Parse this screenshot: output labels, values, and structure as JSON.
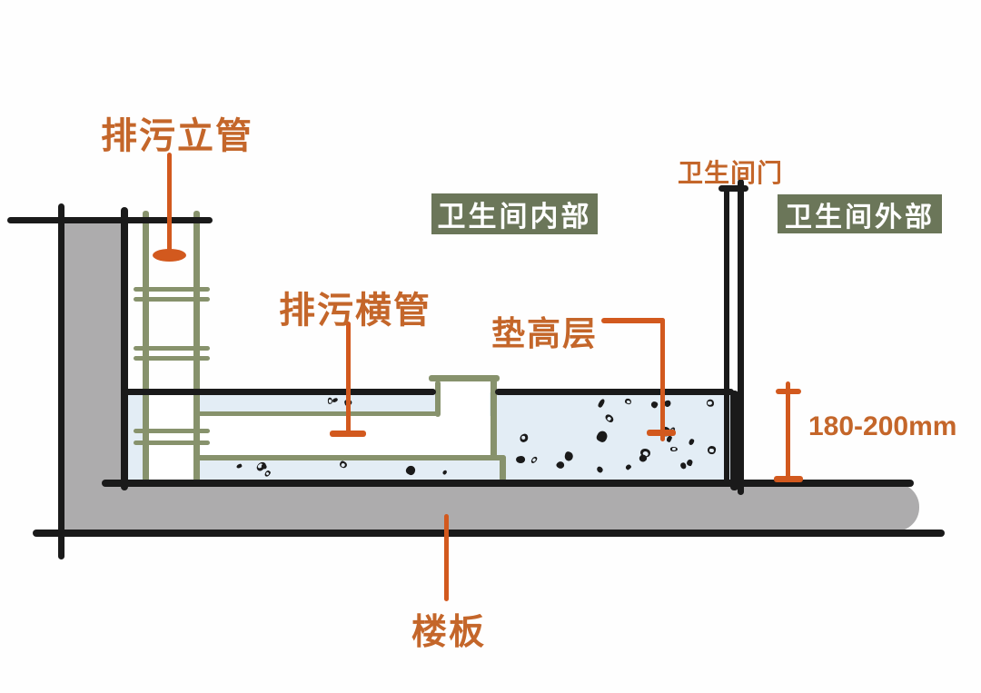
{
  "labels": {
    "riser_pipe": "排污立管",
    "horizontal_pipe": "排污横管",
    "raised_layer": "垫高层",
    "bathroom_door": "卫生间门",
    "bathroom_interior": "卫生间内部",
    "bathroom_exterior": "卫生间外部",
    "floor_slab": "楼板"
  },
  "dimension": {
    "height_range": "180-200mm"
  },
  "colors": {
    "label": "#c4662a",
    "arrow": "#d2591e",
    "olive": "#87926c",
    "badge": "#6b7659",
    "blue": "#e3edf5",
    "gray": "#adacad",
    "black": "#1a1a1a"
  }
}
